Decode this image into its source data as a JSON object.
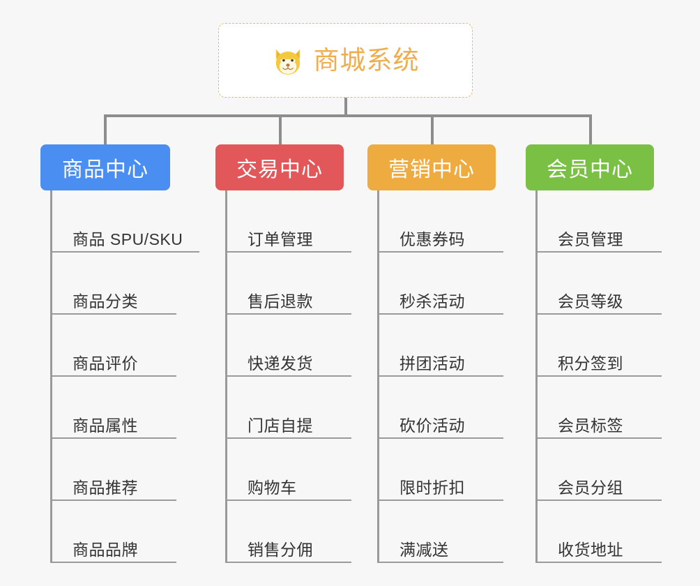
{
  "page": {
    "background_color": "#f7f7f7",
    "type": "mind-map / product functional architecture tree"
  },
  "root": {
    "title": "商城系统",
    "icon": "shiba-dog-face-icon",
    "text_color": "#f0ad4e",
    "border_color": "#edb761",
    "background_color": "#ffffff"
  },
  "connector": {
    "color": "#8d8d8d"
  },
  "columns": [
    {
      "category": "商品中心",
      "color": "#4a8ef2",
      "color_name": "blue",
      "items": [
        "商品 SPU/SKU",
        "商品分类",
        "商品评价",
        "商品属性",
        "商品推荐",
        "商品品牌"
      ]
    },
    {
      "category": "交易中心",
      "color": "#e2575a",
      "color_name": "red",
      "items": [
        "订单管理",
        "售后退款",
        "快递发货",
        "门店自提",
        "购物车",
        "销售分佣"
      ]
    },
    {
      "category": "营销中心",
      "color": "#eeab40",
      "color_name": "orange",
      "items": [
        "优惠券码",
        "秒杀活动",
        "拼团活动",
        "砍价活动",
        "限时折扣",
        "满减送"
      ]
    },
    {
      "category": "会员中心",
      "color": "#79c045",
      "color_name": "green",
      "items": [
        "会员管理",
        "会员等级",
        "积分签到",
        "会员标签",
        "会员分组",
        "收货地址"
      ]
    }
  ]
}
